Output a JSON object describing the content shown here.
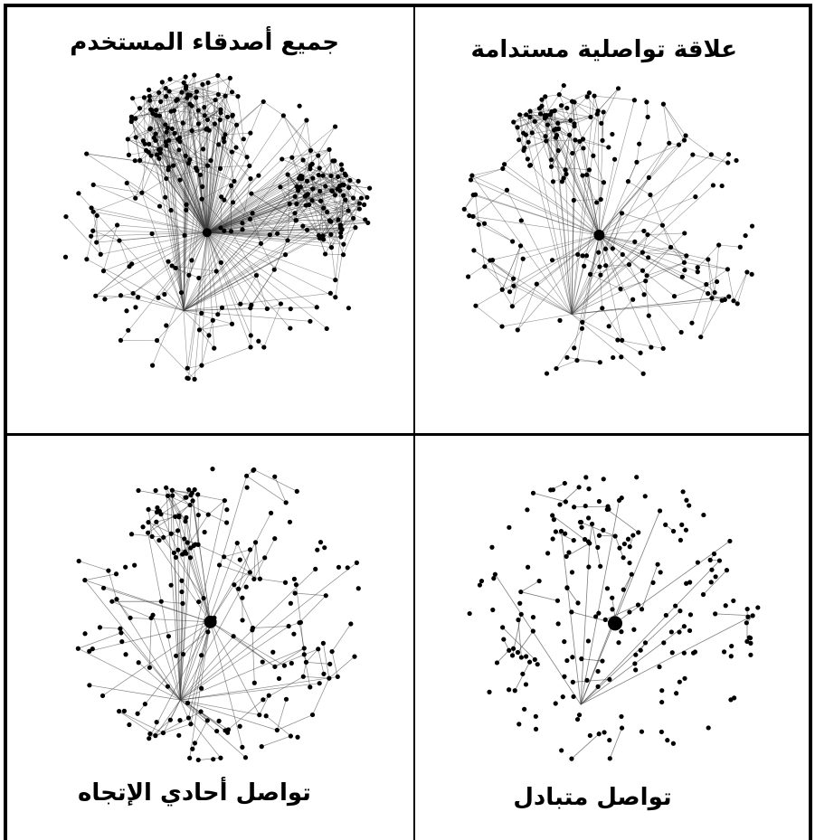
{
  "panels": {
    "all_friends": {
      "title": "جميع أصدقاء المستخدم"
    },
    "sustained": {
      "title": "علاقة تواصلية مستدامة"
    },
    "one_way": {
      "title": "تواصل أحادي الإتجاه"
    },
    "mutual": {
      "title": "تواصل متبادل"
    }
  },
  "colors": {
    "ink": "#000000",
    "edge": "#3a3a3a",
    "background": "#ffffff"
  }
}
